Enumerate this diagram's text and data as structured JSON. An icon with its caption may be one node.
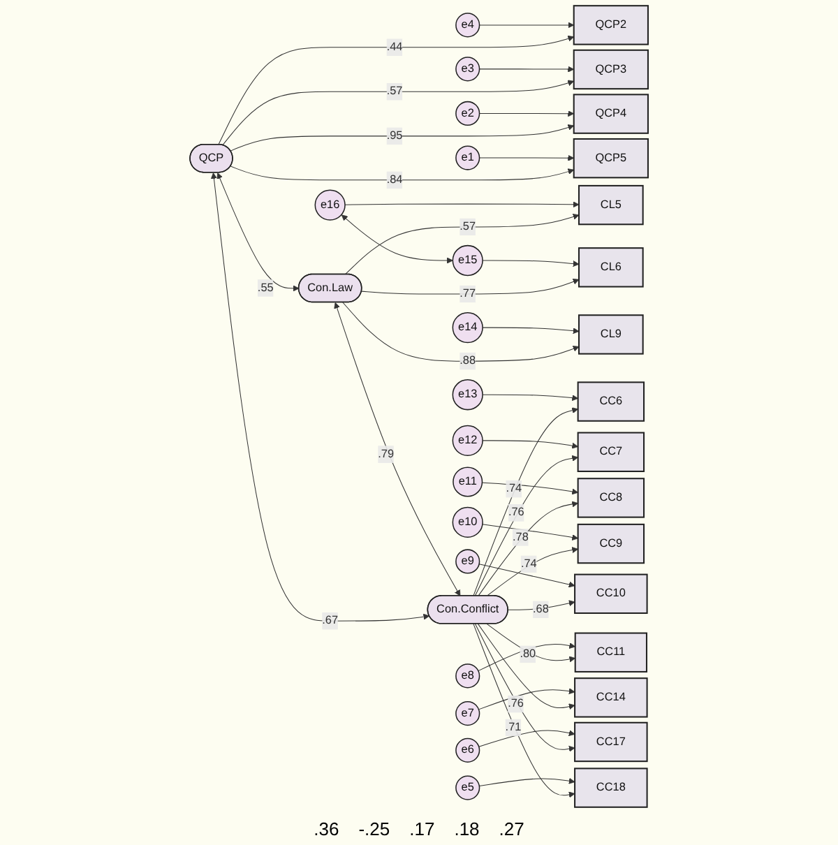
{
  "diagram": {
    "nodes": [
      {
        "text": [
          "e4"
        ]
      },
      {
        "text": [
          "e3"
        ]
      },
      {
        "text": [
          "e2"
        ]
      },
      {
        "text": [
          "e1"
        ]
      },
      {
        "text": [
          "e16"
        ]
      },
      {
        "text": [
          "e15"
        ]
      },
      {
        "text": [
          "e14"
        ]
      },
      {
        "text": [
          "e13"
        ]
      },
      {
        "text": [
          "e12"
        ]
      },
      {
        "text": [
          "e11"
        ]
      },
      {
        "text": [
          "e10"
        ]
      },
      {
        "text": [
          "e9"
        ]
      },
      {
        "text": [
          "e8"
        ]
      },
      {
        "text": [
          "e7"
        ]
      },
      {
        "text": [
          "e6"
        ]
      },
      {
        "text": [
          "e5"
        ]
      },
      {
        "text": [
          "QCP2"
        ]
      },
      {
        "text": [
          "QCP3"
        ]
      },
      {
        "text": [
          "QCP4"
        ]
      },
      {
        "text": [
          "QCP5"
        ]
      },
      {
        "text": [
          "CL5"
        ]
      },
      {
        "text": [
          "CL6"
        ]
      },
      {
        "text": [
          "CL9"
        ]
      },
      {
        "text": [
          "CC6"
        ]
      },
      {
        "text": [
          "CC7"
        ]
      },
      {
        "text": [
          "CC8"
        ]
      },
      {
        "text": [
          "CC9"
        ]
      },
      {
        "text": [
          "CC10"
        ]
      },
      {
        "text": [
          "CC11"
        ]
      },
      {
        "text": [
          "CC14"
        ]
      },
      {
        "text": [
          "CC17"
        ]
      },
      {
        "text": [
          "CC18"
        ]
      },
      {
        "text": [
          "QCP"
        ]
      },
      {
        "text": [
          "Con.Law"
        ]
      },
      {
        "text": [
          "Con.Conflict"
        ]
      }
    ],
    "edges": [
      {
        "from": 0,
        "to": 16,
        "arrow": "to"
      },
      {
        "from": 1,
        "to": 17,
        "arrow": "to"
      },
      {
        "from": 2,
        "to": 18,
        "arrow": "to"
      },
      {
        "from": 3,
        "to": 19,
        "arrow": "to"
      },
      {
        "from": 4,
        "to": 20,
        "arrow": "to"
      },
      {
        "from": 5,
        "to": 21,
        "arrow": "to"
      },
      {
        "from": 6,
        "to": 22,
        "arrow": "to"
      },
      {
        "from": 7,
        "to": 23,
        "arrow": "to"
      },
      {
        "from": 8,
        "to": 24,
        "arrow": "to"
      },
      {
        "from": 9,
        "to": 25,
        "arrow": "to"
      },
      {
        "from": 10,
        "to": 26,
        "arrow": "to"
      },
      {
        "from": 11,
        "to": 27,
        "arrow": "to"
      },
      {
        "from": 12,
        "to": 28,
        "arrow": "to"
      },
      {
        "from": 13,
        "to": 29,
        "arrow": "to"
      },
      {
        "from": 14,
        "to": 30,
        "arrow": "to"
      },
      {
        "from": 15,
        "to": 31,
        "arrow": "to"
      },
      {
        "from": 32,
        "to": 16,
        "arrow": "to",
        "label": ".44"
      },
      {
        "from": 32,
        "to": 17,
        "arrow": "to",
        "label": ".57"
      },
      {
        "from": 32,
        "to": 18,
        "arrow": "to",
        "label": ".95"
      },
      {
        "from": 32,
        "to": 19,
        "arrow": "to",
        "label": ".84"
      },
      {
        "from": 33,
        "to": 20,
        "arrow": "to",
        "label": ".57"
      },
      {
        "from": 33,
        "to": 21,
        "arrow": "to",
        "label": ".77"
      },
      {
        "from": 33,
        "to": 22,
        "arrow": "to",
        "label": ".88"
      },
      {
        "from": 34,
        "to": 23,
        "arrow": "to",
        "label": ".74"
      },
      {
        "from": 34,
        "to": 24,
        "arrow": "to",
        "label": ".76"
      },
      {
        "from": 34,
        "to": 25,
        "arrow": "to",
        "label": ".78"
      },
      {
        "from": 34,
        "to": 26,
        "arrow": "to",
        "label": ".74"
      },
      {
        "from": 34,
        "to": 27,
        "arrow": "to",
        "label": ".68"
      },
      {
        "from": 34,
        "to": 28,
        "arrow": "to",
        "label": ".80"
      },
      {
        "from": 34,
        "to": 29,
        "arrow": "to"
      },
      {
        "from": 34,
        "to": 30,
        "arrow": "to",
        "label": ".76"
      },
      {
        "from": 34,
        "to": 31,
        "arrow": "to",
        "label": ".71"
      },
      {
        "from": 32,
        "to": 33,
        "arrow": "both",
        "label": ".55"
      },
      {
        "from": 33,
        "to": 34,
        "arrow": "both",
        "label": ".79"
      },
      {
        "from": 32,
        "to": 34,
        "arrow": "both",
        "label": ".67"
      },
      {
        "from": 4,
        "to": 5,
        "arrow": "both"
      }
    ],
    "labels": [
      ".36",
      "-.25",
      ".17",
      ".18",
      ".27"
    ]
  }
}
